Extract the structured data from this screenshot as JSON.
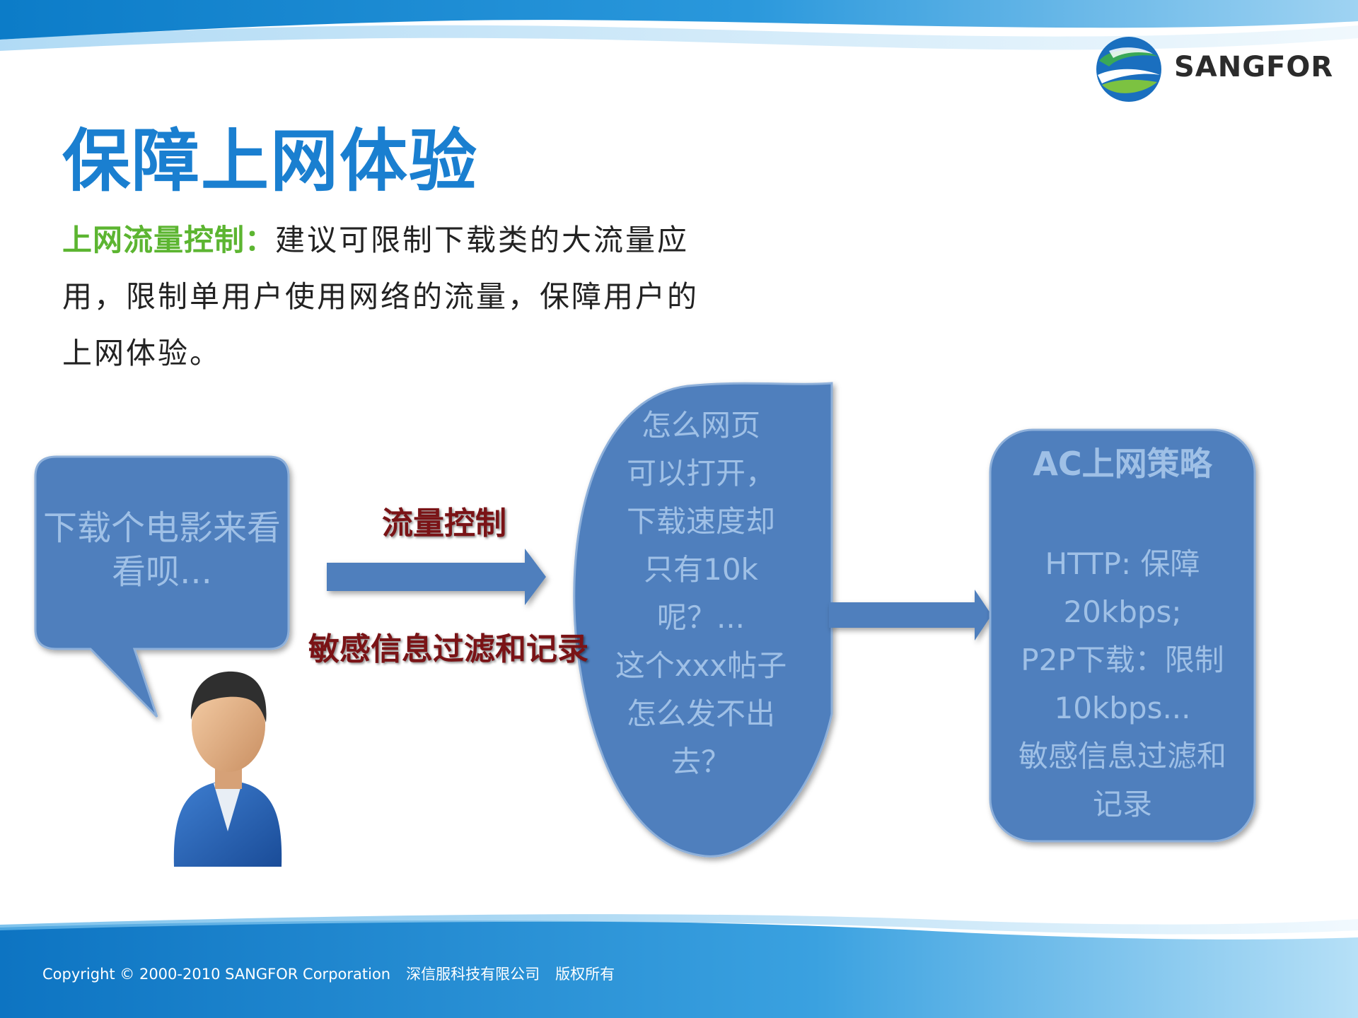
{
  "brand": {
    "name": "SANGFOR",
    "colors": {
      "blue": "#1a7fd0",
      "green": "#5cb531"
    }
  },
  "slide": {
    "title": "保障上网体验",
    "highlight": "上网流量控制：",
    "body": "建议可限制下载类的大流量应用，限制单用户使用网络的流量，保障用户的上网体验。"
  },
  "diagram": {
    "user_bubble": "下载个电影来看\n看呗...",
    "flow_label_top": "流量控制",
    "flow_label_bottom": "敏感信息过滤和记录",
    "question_bubble": "怎么网页\n可以打开，\n下载速度却\n只有10k\n呢？...\n这个xxx帖子\n怎么发不出\n去？",
    "policy_box": {
      "title": "AC上网策略",
      "body": "HTTP: 保障\n20kbps;\nP2P下载：限制\n10kbps...\n敏感信息过滤和\n记录"
    },
    "box_color": "#4f7fbd",
    "text_color": "#9fc0e6"
  },
  "footer": {
    "copyright": "Copyright © 2000-2010 SANGFOR Corporation",
    "company": "深信服科技有限公司",
    "rights": "版权所有"
  }
}
